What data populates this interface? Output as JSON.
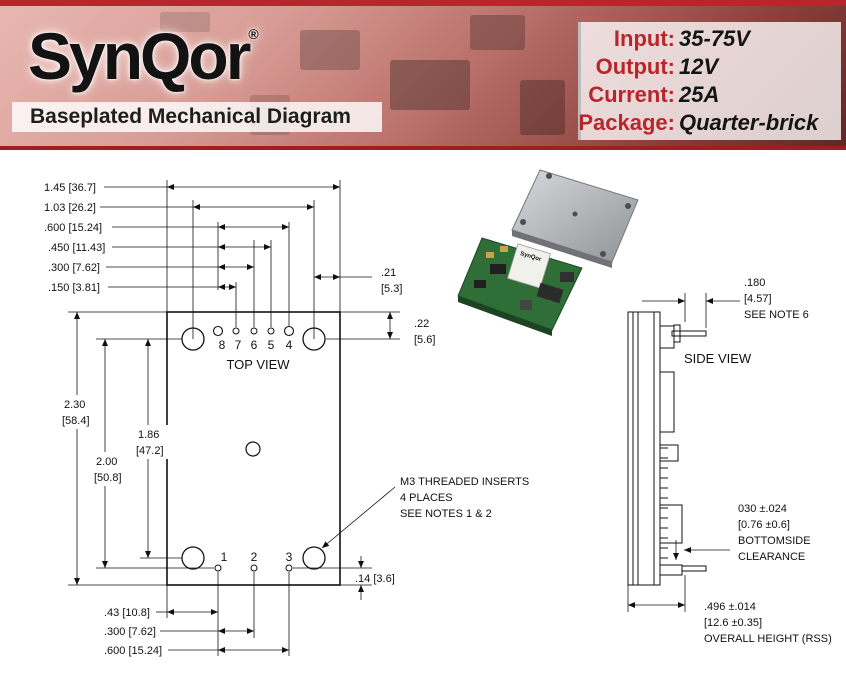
{
  "header": {
    "logo": "SynQor",
    "registered_mark": "®",
    "subtitle": "Baseplated Mechanical Diagram",
    "specs": [
      {
        "label": "Input:",
        "value": "35-75V"
      },
      {
        "label": "Output:",
        "value": "12V"
      },
      {
        "label": "Current:",
        "value": "25A"
      },
      {
        "label": "Package:",
        "value": "Quarter-brick"
      }
    ]
  },
  "top_view": {
    "title": "TOP VIEW",
    "pin_labels_top": [
      "8",
      "7",
      "6",
      "5",
      "4"
    ],
    "pin_labels_bottom": [
      "1",
      "2",
      "3"
    ],
    "dims": {
      "w_145": "1.45 [36.7]",
      "w_103": "1.03 [26.2]",
      "w_600": ".600 [15.24]",
      "w_450": ".450 [11.43]",
      "w_300": ".300 [7.62]",
      "w_150": ".150 [3.81]",
      "w_21_a": ".21",
      "w_21_b": "[5.3]",
      "h_22_a": ".22",
      "h_22_b": "[5.6]",
      "h_230_a": "2.30",
      "h_230_b": "[58.4]",
      "h_186_a": "1.86",
      "h_186_b": "[47.2]",
      "h_200_a": "2.00",
      "h_200_b": "[50.8]",
      "h_14": ".14 [3.6]",
      "b_43": ".43 [10.8]",
      "b_300": ".300 [7.62]",
      "b_600": ".600 [15.24]"
    },
    "note_inserts": [
      "M3 THREADED INSERTS",
      "4 PLACES",
      "SEE NOTES 1 & 2"
    ]
  },
  "side_view": {
    "title": "SIDE VIEW",
    "dim_180": [
      ".180",
      "[4.57]",
      "SEE NOTE 6"
    ],
    "dim_030": [
      "030 ±.024",
      "[0.76 ±0.6]",
      "BOTTOMSIDE",
      "CLEARANCE"
    ],
    "dim_496": [
      ".496 ±.014",
      "[12.6 ±0.35]",
      "OVERALL HEIGHT (RSS)"
    ]
  },
  "photo": {
    "module_brand": "SynQor"
  }
}
